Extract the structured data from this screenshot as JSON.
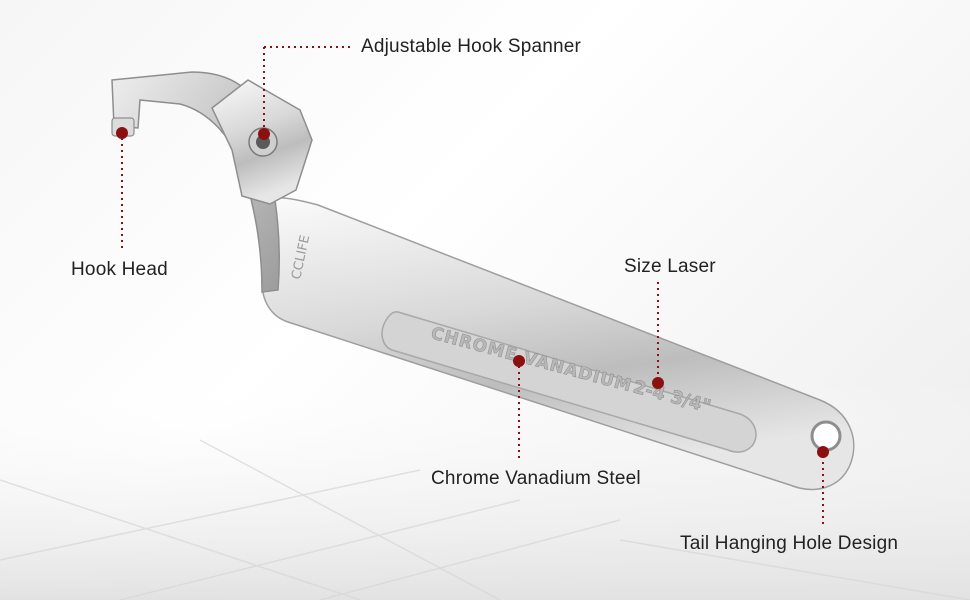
{
  "callouts": {
    "adjustable_hook_spanner": "Adjustable Hook Spanner",
    "hook_head": "Hook Head",
    "size_laser": "Size Laser",
    "chrome_vanadium_steel": "Chrome Vanadium Steel",
    "tail_hanging_hole_design": "Tail Hanging Hole Design"
  },
  "engravings": {
    "brand": "CCLIFE",
    "material": "CHROME VANADIUM",
    "size": "2-4 3/4\""
  },
  "colors": {
    "marker": "#8b1010",
    "leader_line": "#8b1010",
    "text": "#222222",
    "steel_light": "#f3f3f3",
    "steel_dark": "#a9a9a9"
  }
}
